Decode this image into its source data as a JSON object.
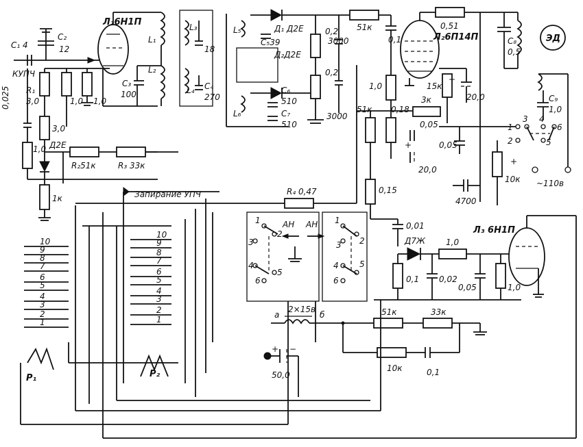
{
  "tubes": {
    "l1": "Л₁6Н1П",
    "l2": "Л₂6П14П",
    "l3": "Л₃ 6Н1П"
  },
  "capacitors": {
    "c1": "C₁ 4",
    "c2": "C₂",
    "c2_value": "12",
    "c3": "C₃",
    "c3_value": "100",
    "c4": "C₄",
    "c4_value": "270",
    "c5": "C₅39",
    "c6": "C₆",
    "c6_value": "510",
    "c7": "C₇",
    "c7_value": "510",
    "c8": "C₈",
    "c8_value": "0,5",
    "c9": "C₉",
    "c9_value": "1,0"
  },
  "inductors": {
    "l1": "L₁",
    "l2": "L₂",
    "l3": "L₃",
    "l4": "L₄",
    "l5": "L₅",
    "l6": "L₆"
  },
  "diodes": {
    "d1": "Д₁ Д2Е",
    "d2": "Д₂Д2Е",
    "d2e_left": "Д2Е",
    "d7zh": "Д7Ж"
  },
  "resistors": {
    "r1": "R₁",
    "r1_value": "3,0",
    "r2": "R₂51к",
    "r3": "R₃ 33к",
    "r4": "R₄ 0,47",
    "r_1k": "1к"
  },
  "values": {
    "v_0_025": "0,025",
    "v_1_0_a": "1,0",
    "v_1_0_b": "1,0",
    "v_1_0_c": "1,0",
    "v_3_0": "3,0",
    "v_1_0_d": "1,0",
    "v_18": "18",
    "v_0_2_a": "0,2",
    "v_0_2_b": "0,2",
    "v_3000_a": "3000",
    "v_3000_b": "3000",
    "v_51k_top": "51к",
    "v_0_1_top": "0,1",
    "v_0_51": "0,51",
    "v_15k": "15к",
    "v_200": "20,0",
    "v_1_0_grid": "1,0",
    "v_51k_mid": "51к",
    "v_0_18": "0,18",
    "v_3k": "3к",
    "v_0_05_a": "0,05",
    "v_0_05_b": "0,05",
    "v_20_0": "20,0",
    "v_0_15": "0,15",
    "v_4700": "4700",
    "v_10k_out": "10к",
    "v_0_01": "0,01",
    "v_1_0_l3": "1,0",
    "v_0_1_l3": "0,1",
    "v_0_02": "0,02",
    "v_0_05_l3": "0,05",
    "v_1_0_l3b": "1,0",
    "v_51k_bot": "51к",
    "v_33k_bot": "33к",
    "v_10k_bot": "10к",
    "v_0_1_bot": "0,1",
    "v_50_0": "50,0"
  },
  "labels": {
    "kupch": "КУПЧ",
    "zapiranie": "Запирание УПЧ",
    "ed": "ЭД",
    "mains": "~110в",
    "an_left": "АН",
    "an_right": "АН",
    "transformer": "2×15в",
    "trans_a": "а",
    "trans_b": "б",
    "p1": "P₁",
    "p2": "P₂"
  },
  "connector_left": [
    "10",
    "9",
    "8",
    "7",
    "6",
    "5",
    "4",
    "3",
    "2",
    "1"
  ],
  "connector_right": [
    "10",
    "9",
    "8",
    "7",
    "6",
    "5",
    "4",
    "3",
    "2",
    "1"
  ],
  "switch_left": [
    "1",
    "2",
    "3",
    "4",
    "5",
    "6"
  ],
  "switch_right": [
    "1",
    "2",
    "3",
    "4",
    "5",
    "6"
  ],
  "switch_out": [
    "1",
    "2",
    "3",
    "4",
    "5",
    "6"
  ],
  "polarity": {
    "plus": "+",
    "minus": "−"
  }
}
